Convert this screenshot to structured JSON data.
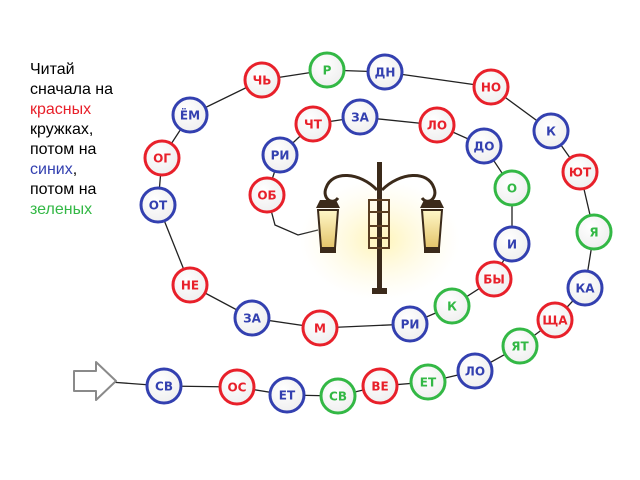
{
  "instructions": {
    "line1": "Читай",
    "line2": "сначала на",
    "red_word": "красных",
    "line3": "кружках,",
    "line4": "потом на",
    "blue_word": "синих",
    "comma": ",",
    "line5": "потом на",
    "green_word": "зеленых"
  },
  "colors": {
    "red": "#e8202a",
    "blue": "#3340b0",
    "green": "#33b845"
  },
  "icons": {
    "start": "arrow-right-icon",
    "center": "street-lamp-icon"
  },
  "circles": [
    {
      "text": "СВ",
      "color": "blue"
    },
    {
      "text": "ОС",
      "color": "red"
    },
    {
      "text": "ЕТ",
      "color": "blue"
    },
    {
      "text": "СВ",
      "color": "green"
    },
    {
      "text": "ВЕ",
      "color": "red"
    },
    {
      "text": "ЕТ",
      "color": "green"
    },
    {
      "text": "ЛО",
      "color": "blue"
    },
    {
      "text": "ЯТ",
      "color": "green"
    },
    {
      "text": "ЩА",
      "color": "red"
    },
    {
      "text": "КА",
      "color": "blue"
    },
    {
      "text": "Я",
      "color": "green"
    },
    {
      "text": "ЮТ",
      "color": "red"
    },
    {
      "text": "К",
      "color": "blue"
    },
    {
      "text": "НО",
      "color": "red"
    },
    {
      "text": "ДН",
      "color": "blue"
    },
    {
      "text": "Р",
      "color": "green"
    },
    {
      "text": "ЧЬ",
      "color": "red"
    },
    {
      "text": "ЁМ",
      "color": "blue"
    },
    {
      "text": "ОГ",
      "color": "red"
    },
    {
      "text": "ОТ",
      "color": "blue"
    },
    {
      "text": "НЕ",
      "color": "red"
    },
    {
      "text": "ЗА",
      "color": "blue"
    },
    {
      "text": "М",
      "color": "red"
    },
    {
      "text": "РИ",
      "color": "blue"
    },
    {
      "text": "К",
      "color": "green"
    },
    {
      "text": "БЫ",
      "color": "red"
    },
    {
      "text": "И",
      "color": "blue"
    },
    {
      "text": "О",
      "color": "green"
    },
    {
      "text": "ДО",
      "color": "blue"
    },
    {
      "text": "ЛО",
      "color": "red"
    },
    {
      "text": "ЗА",
      "color": "blue"
    },
    {
      "text": "ЧТ",
      "color": "red"
    },
    {
      "text": "РИ",
      "color": "blue"
    },
    {
      "text": "ОБ",
      "color": "red"
    }
  ]
}
